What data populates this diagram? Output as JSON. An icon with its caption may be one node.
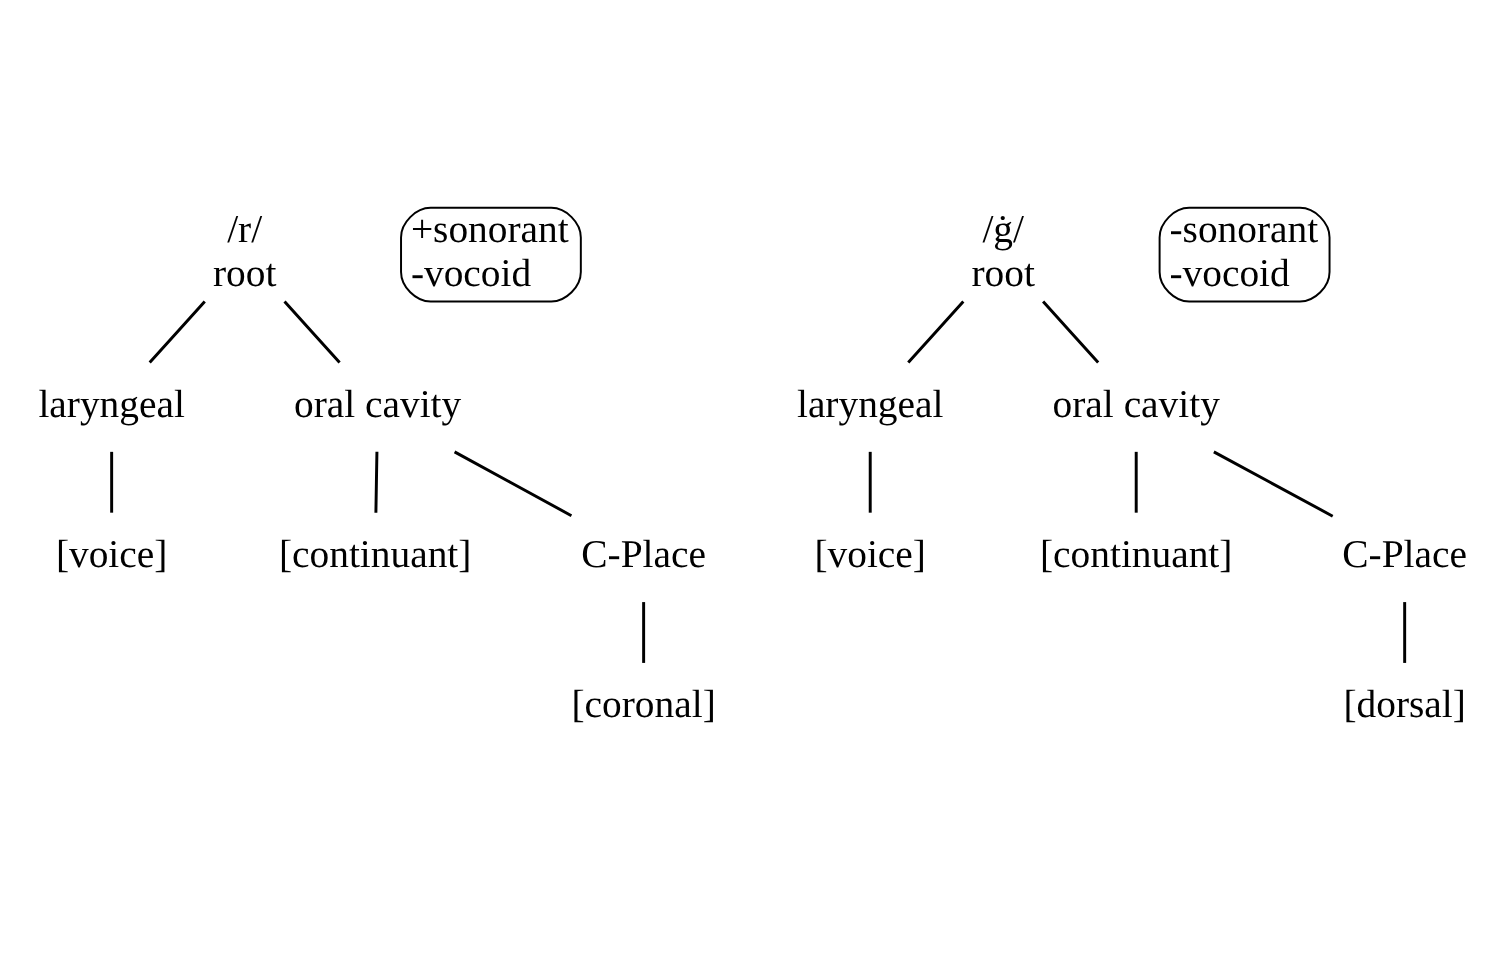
{
  "diagram": {
    "nodes": [
      {
        "text": [
          "/r/",
          "root"
        ],
        "beside": [
          "+sonorant",
          "-vocoid"
        ]
      },
      {
        "text": [
          "laryngeal"
        ]
      },
      {
        "text": [
          "[voice]"
        ]
      },
      {
        "text": [
          "oral cavity"
        ]
      },
      {
        "text": [
          "[continuant]"
        ]
      },
      {
        "text": [
          "C-Place"
        ]
      },
      {
        "text": [
          "[coronal]"
        ]
      },
      {
        "text": [
          "/ġ/",
          "root"
        ],
        "beside": [
          "-sonorant",
          "-vocoid"
        ]
      },
      {
        "text": [
          "laryngeal"
        ]
      },
      {
        "text": [
          "[voice]"
        ]
      },
      {
        "text": [
          "oral cavity"
        ]
      },
      {
        "text": [
          "[continuant]"
        ]
      },
      {
        "text": [
          "C-Place"
        ]
      },
      {
        "text": [
          "[dorsal]"
        ]
      }
    ],
    "edges": [
      {
        "from": 0,
        "to": 1,
        "arrow": "none"
      },
      {
        "from": 1,
        "to": 2,
        "arrow": "none"
      },
      {
        "from": 0,
        "to": 3,
        "arrow": "none"
      },
      {
        "from": 3,
        "to": 5,
        "arrow": "none"
      },
      {
        "from": 3,
        "to": 4,
        "arrow": "none"
      },
      {
        "from": 5,
        "to": 6,
        "arrow": "none"
      },
      {
        "from": 7,
        "to": 8,
        "arrow": "none"
      },
      {
        "from": 8,
        "to": 9,
        "arrow": "none"
      },
      {
        "from": 7,
        "to": 10,
        "arrow": "none"
      },
      {
        "from": 10,
        "to": 12,
        "arrow": "none"
      },
      {
        "from": 10,
        "to": 11,
        "arrow": "none"
      },
      {
        "from": 12,
        "to": 13,
        "arrow": "none"
      }
    ]
  }
}
